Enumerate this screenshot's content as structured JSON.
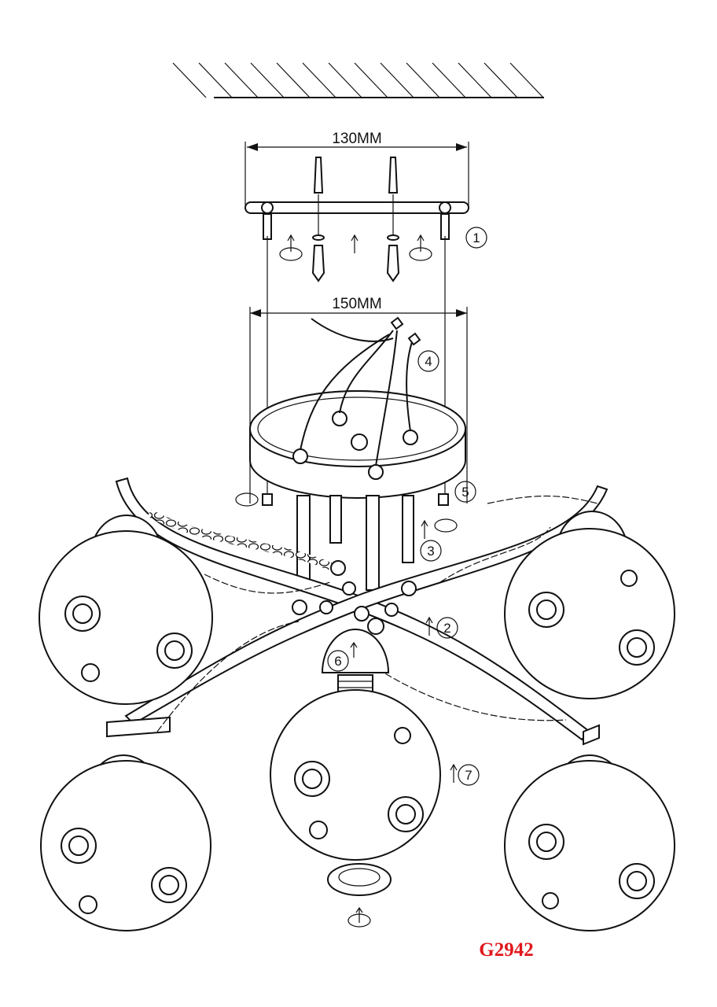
{
  "dimensions": {
    "top_width": "130MM",
    "bottom_width": "150MM"
  },
  "steps": [
    "1",
    "2",
    "3",
    "4",
    "5",
    "6",
    "7"
  ],
  "model_code": "G2942",
  "colors": {
    "line": "#111111",
    "model_code": "#e0161c"
  }
}
